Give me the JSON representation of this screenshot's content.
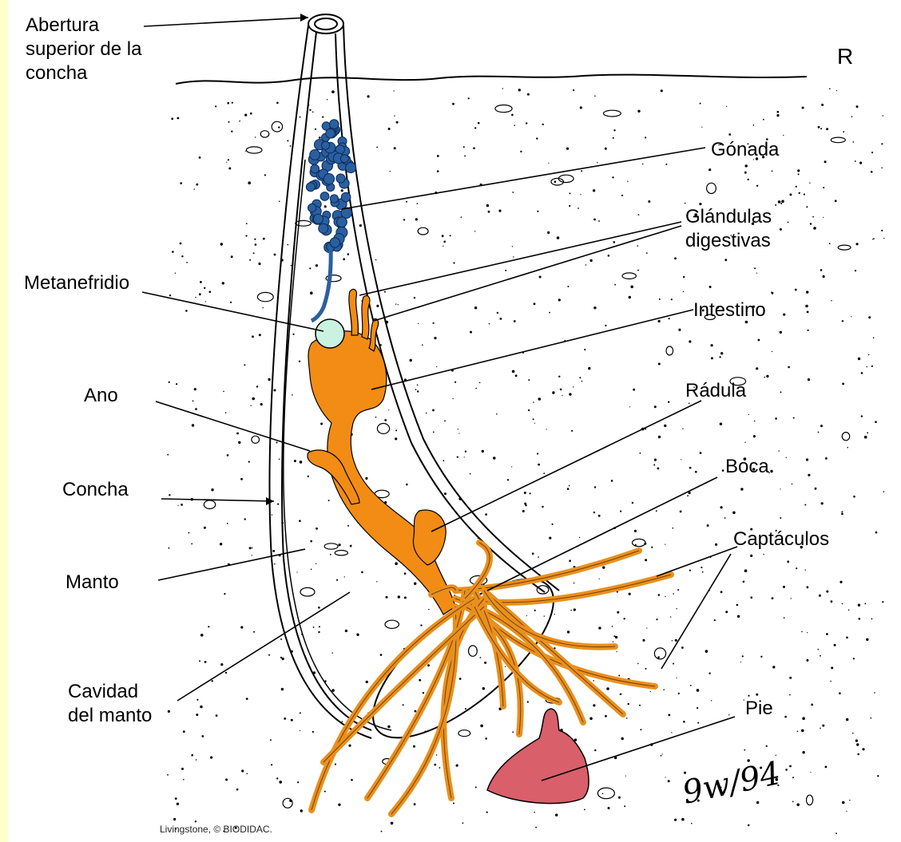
{
  "labels": {
    "abertura": "Abertura\nsuperior de la\nconcha",
    "gonada": "Gónada",
    "glandulas": "Glándulas\ndigestivas",
    "metanefridio": "Metanefridio",
    "intestino": "Intestino",
    "ano": "Ano",
    "radula": "Rádula",
    "concha": "Concha",
    "boca": "Boca",
    "captaculos": "Captáculos",
    "manto": "Manto",
    "cavidad": "Cavidad\ndel manto",
    "pie": "Pie"
  },
  "corner_mark": "R",
  "signature": "9w/94",
  "credit": "Livingstone, © BIODIDAC.",
  "colors": {
    "background": "#ffffcc",
    "gonad": "#2a5fa0",
    "digestive": "#f28c14",
    "captacula": "#e8901e",
    "metanephridium": "#c9f2e0",
    "foot": "#d95f6a"
  }
}
